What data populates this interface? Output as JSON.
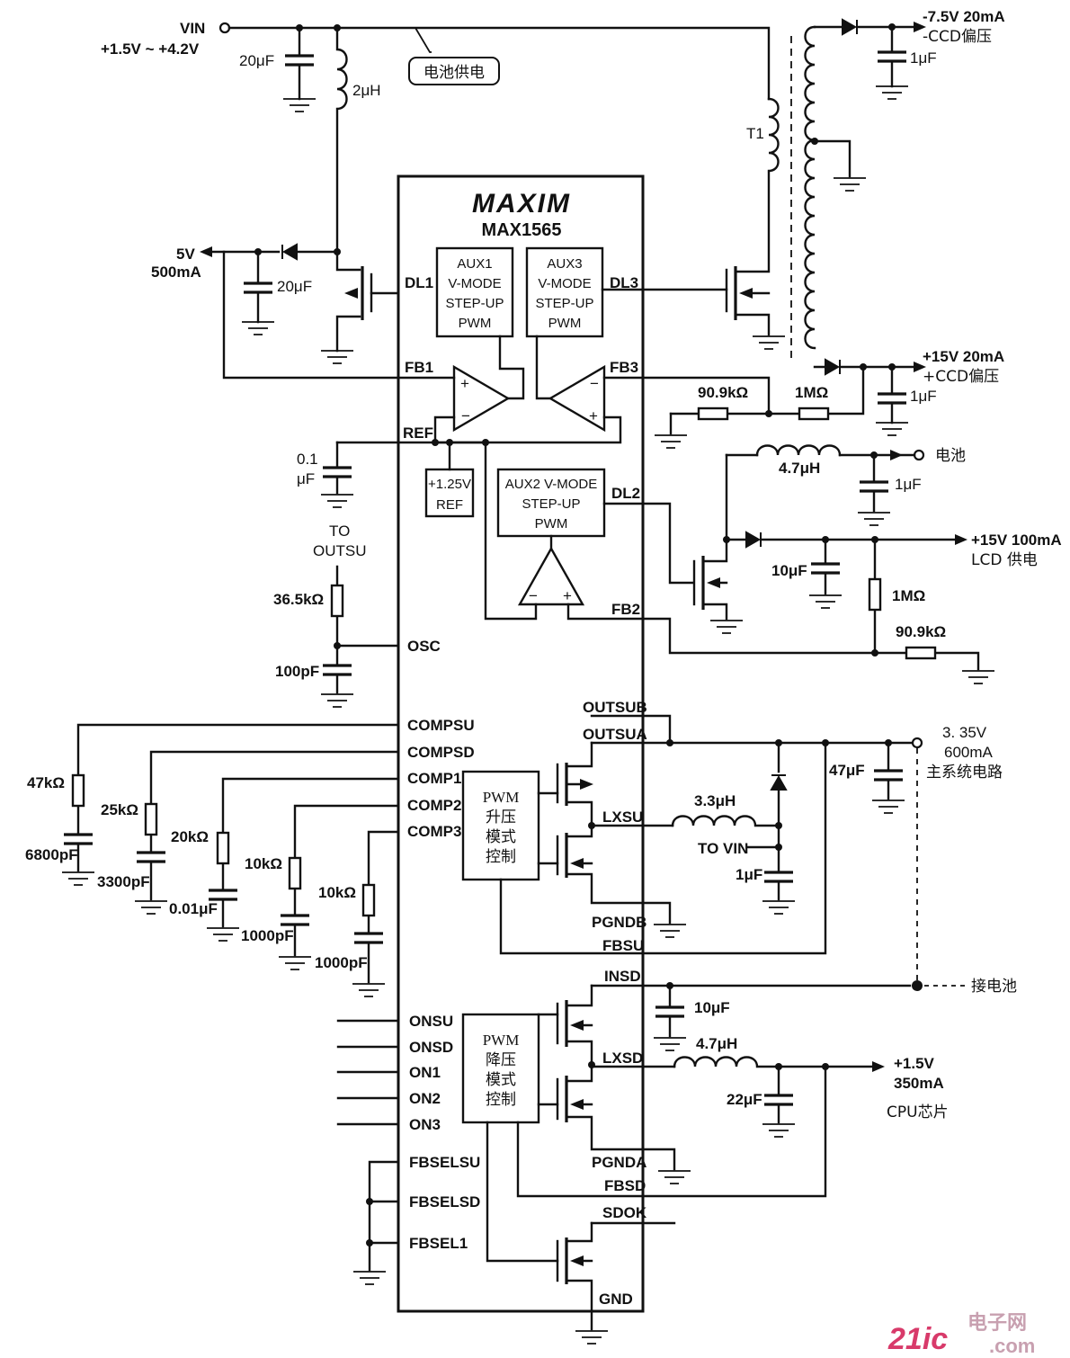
{
  "chip": {
    "brand": "MAXIM",
    "part": "MAX1565"
  },
  "input": {
    "vin": "VIN",
    "range": "+1.5V ~ +4.2V",
    "battery_note": "电池供电"
  },
  "components": {
    "c_in": "20μF",
    "l_in": "2μH",
    "c_5v": "20μF",
    "out_5v": "5V",
    "out_5v_current": "500mA",
    "t1": "T1",
    "ccd_neg": "-7.5V 20mA",
    "ccd_neg_note": "-CCD偏压",
    "c_ccd_neg": "1μF",
    "ccd_pos": "+15V 20mA",
    "ccd_pos_note": "+CCD偏压",
    "c_ccd_pos": "1μF",
    "r_fb3_low": "90.9kΩ",
    "r_fb3_high": "1MΩ",
    "c_ref": "0.1",
    "c_ref_unit": "μF",
    "to_outsu_1": "TO",
    "to_outsu_2": "OUTSU",
    "r_osc": "36.5kΩ",
    "c_osc": "100pF",
    "battery": "电池",
    "l_lcd": "4.7μH",
    "c_lcd_in": "1μF",
    "lcd_out": "+15V 100mA",
    "lcd_note": "LCD 供电",
    "c_lcd": "10μF",
    "r_fb2_high": "1MΩ",
    "r_fb2_low": "90.9kΩ",
    "r_compsu": "47kΩ",
    "c_compsu": "6800pF",
    "r_compsd": "25kΩ",
    "c_compsd": "3300pF",
    "r_comp1": "20kΩ",
    "c_comp1": "0.01μF",
    "r_comp2": "10kΩ",
    "c_comp2": "1000pF",
    "r_comp3": "10kΩ",
    "c_comp3": "1000pF",
    "main_out_v": "3. 35V",
    "main_out_i": "600mA",
    "main_out_note": "主系统电路",
    "c_main": "47μF",
    "l_su": "3.3μH",
    "to_vin": "TO VIN",
    "c_su_in": "1μF",
    "battery_conn": "接电池",
    "c_insd": "10μF",
    "l_sd": "4.7μH",
    "c_sd": "22μF",
    "cpu_out_v": "+1.5V",
    "cpu_out_i": "350mA",
    "cpu_note": "CPU芯片"
  },
  "blocks": {
    "aux1": [
      "AUX1",
      "V-MODE",
      "STEP-UP",
      "PWM"
    ],
    "aux3": [
      "AUX3",
      "V-MODE",
      "STEP-UP",
      "PWM"
    ],
    "aux2": [
      "AUX2 V-MODE",
      "STEP-UP",
      "PWM"
    ],
    "ref": [
      "+1.25V",
      "REF"
    ],
    "pwm_up": [
      "PWM",
      "升压",
      "模式",
      "控制"
    ],
    "pwm_down": [
      "PWM",
      "降压",
      "模式",
      "控制"
    ]
  },
  "pins": {
    "dl1": "DL1",
    "dl3": "DL3",
    "fb1": "FB1",
    "fb3": "FB3",
    "ref": "REF",
    "dl2": "DL2",
    "fb2": "FB2",
    "osc": "OSC",
    "outsub": "OUTSUB",
    "outsua": "OUTSUA",
    "compsu": "COMPSU",
    "compsd": "COMPSD",
    "comp1": "COMP1",
    "comp2": "COMP2",
    "comp3": "COMP3",
    "lxsu": "LXSU",
    "pgndb": "PGNDB",
    "fbsu": "FBSU",
    "insd": "INSD",
    "lxsd": "LXSD",
    "pgnda": "PGNDA",
    "fbsd": "FBSD",
    "sdok": "SDOK",
    "gnd": "GND",
    "onsu": "ONSU",
    "onsd": "ONSD",
    "on1": "ON1",
    "on2": "ON2",
    "on3": "ON3",
    "fbselsu": "FBSELSU",
    "fbselsd": "FBSELSD",
    "fbsel1": "FBSEL1"
  },
  "watermark": {
    "brand": "21ic",
    "cn": "电子网",
    "domain": ".com"
  }
}
